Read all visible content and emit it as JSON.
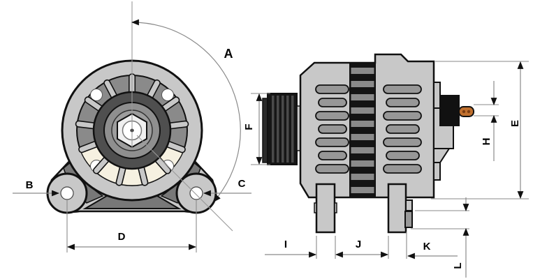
{
  "dimension_labels": {
    "a": "A",
    "b": "B",
    "c": "C",
    "d": "D",
    "e": "E",
    "f": "F",
    "h": "H",
    "i": "I",
    "j": "J",
    "k": "K",
    "l": "L"
  },
  "colors": {
    "background": "#ffffff",
    "body_gray": "#c8c8c8",
    "shadow_gray": "#787878",
    "vent_gray": "#979797",
    "vent_ring_gray": "#8a8a8a",
    "dark_ring": "#4f4f4f",
    "cream_vent": "#f6f1e1",
    "outline": "#111111",
    "pulley_black": "#161616",
    "stator_black": "#141414",
    "stator_stripe": "#8a8a8a",
    "terminal_black": "#111111",
    "stud_orange": "#c0702e",
    "dimension_line": "#8a8a8a",
    "label_text": "#000000"
  }
}
